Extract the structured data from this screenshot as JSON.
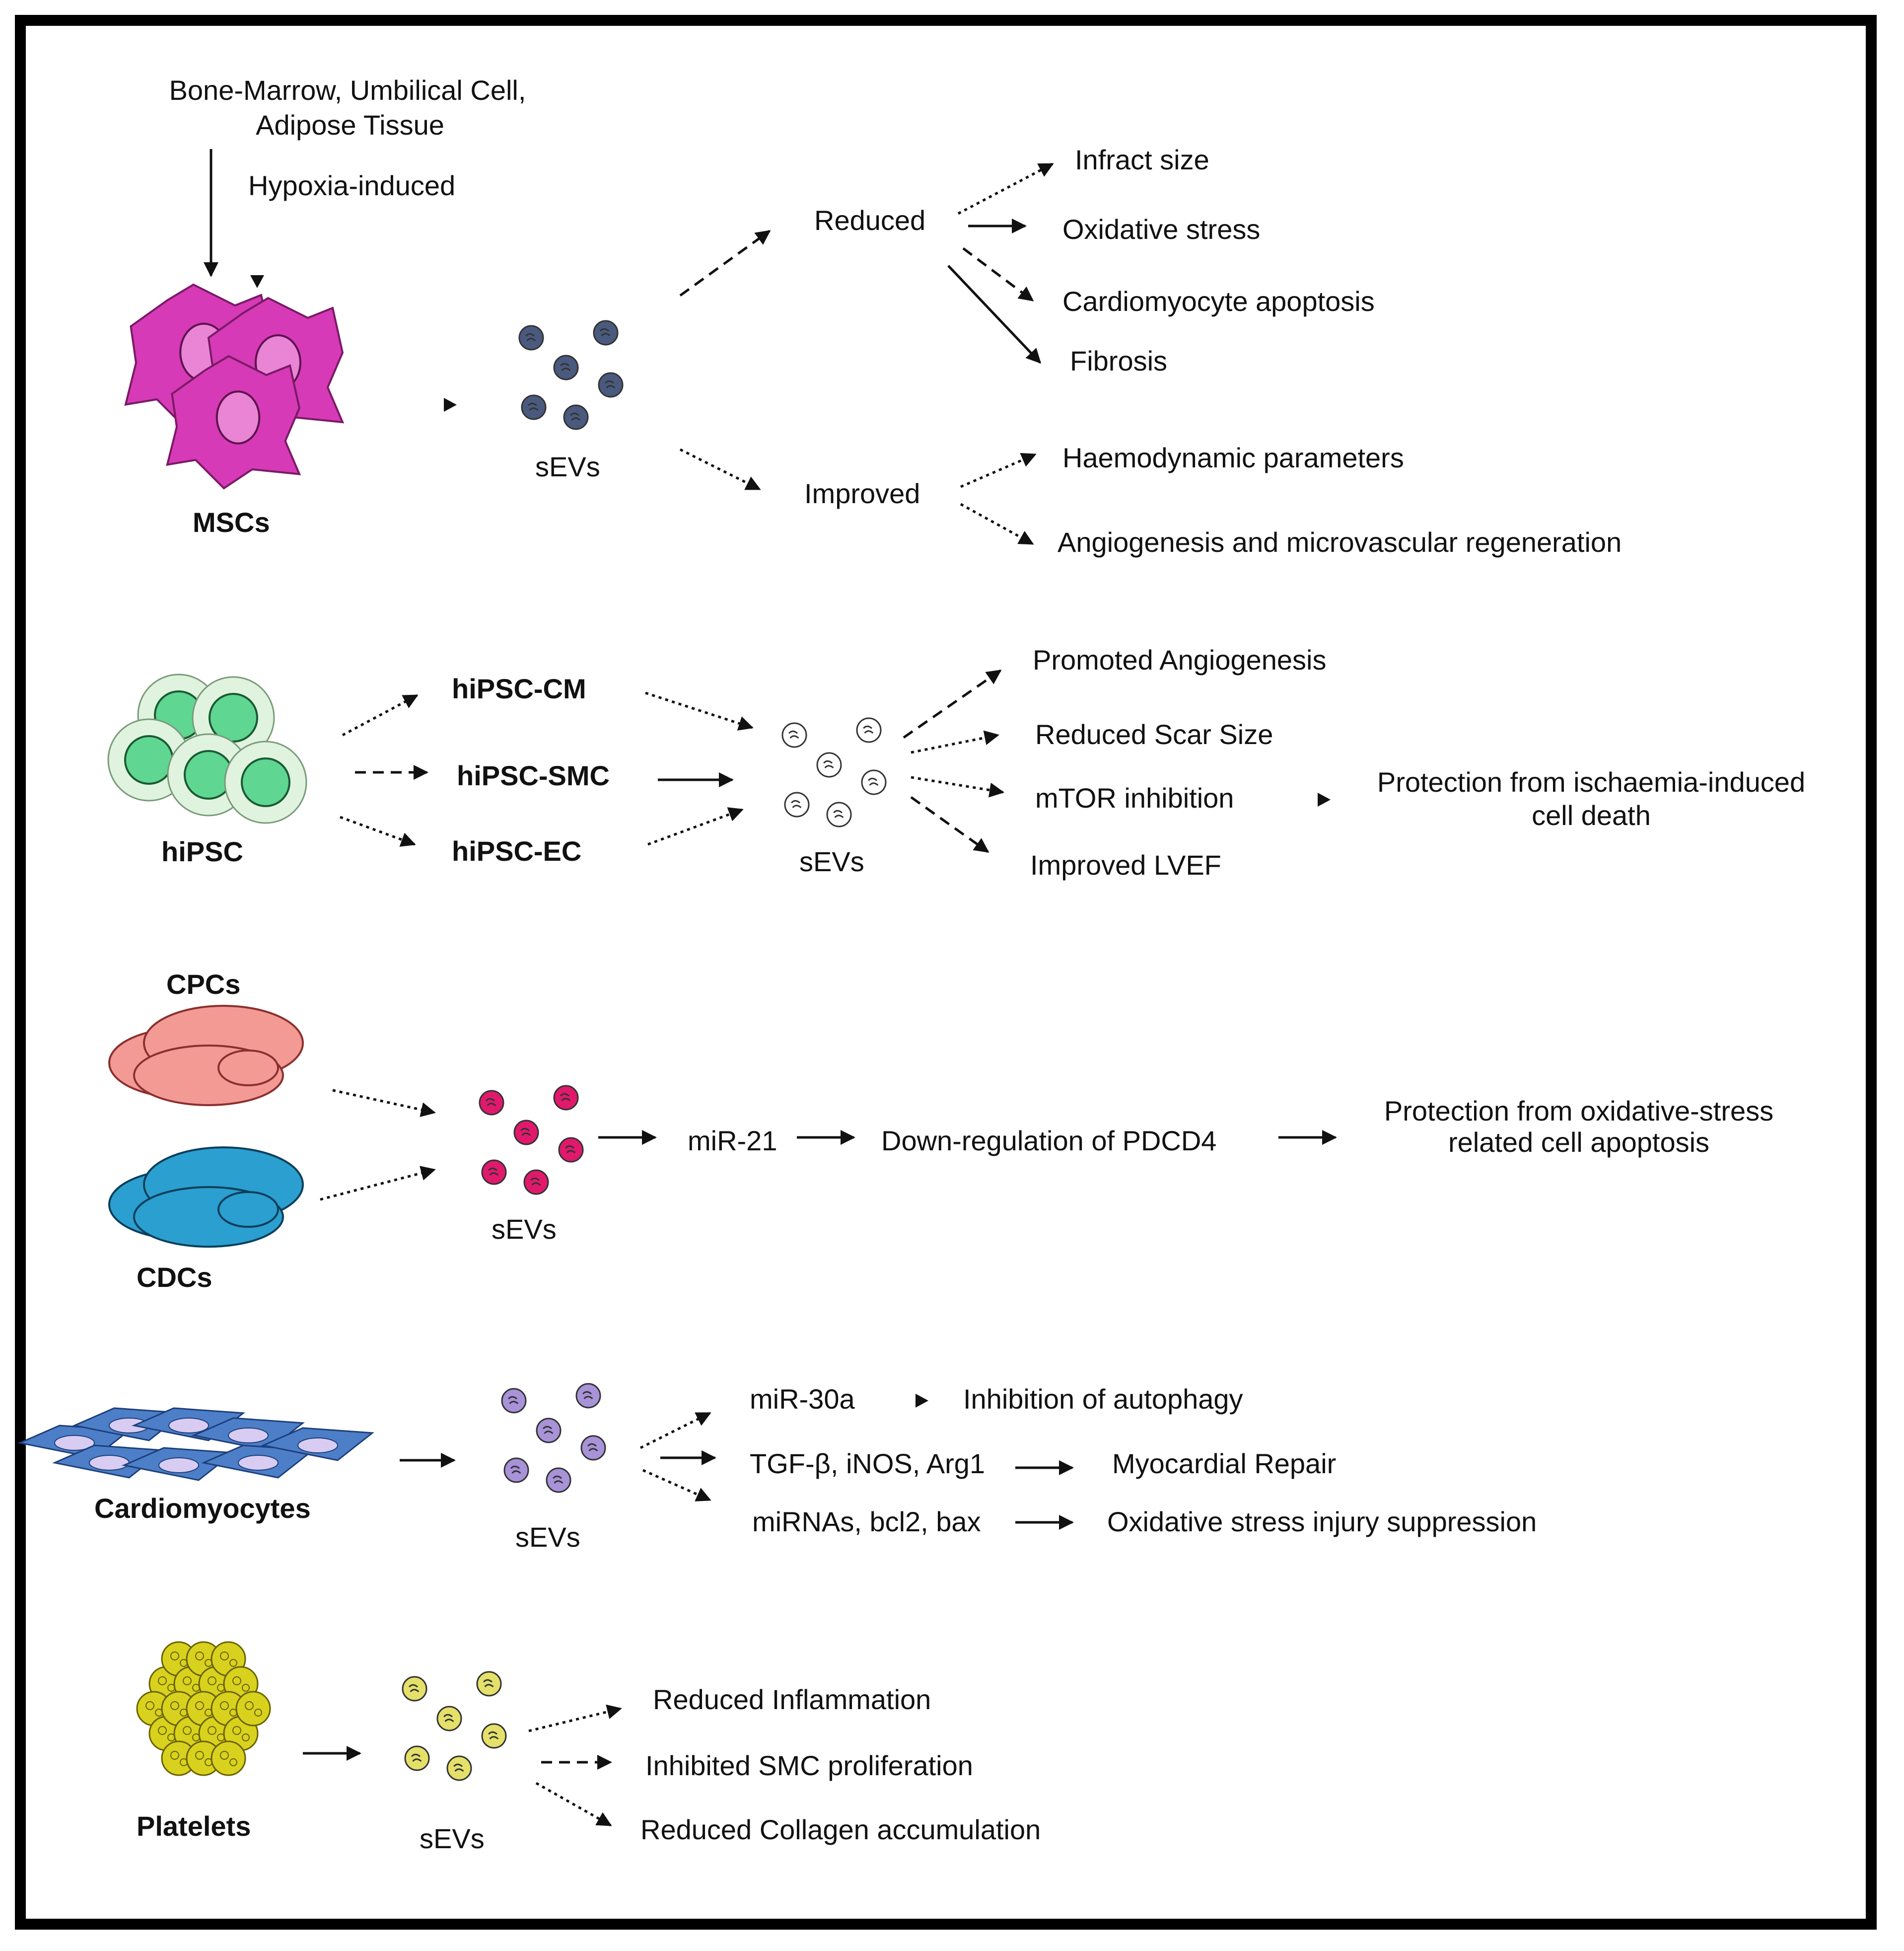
{
  "colors": {
    "msc": "#d63ab6",
    "msc_light": "#e985d4",
    "msc_sev": "#4a5a7e",
    "hipsc_fill": "#dff3df",
    "hipsc_nucleus": "#5fd691",
    "cpc": "#f49a95",
    "cdc": "#2b9fcf",
    "cdc_sev": "#e0196c",
    "cardio": "#4d7fc8",
    "cardio_nucleus": "#d8ccf2",
    "cardio_sev": "#a892d8",
    "platelet": "#d8d21e",
    "platelet_sev": "#e4e06a"
  },
  "msc_section": {
    "sources": "Bone-Marrow, Umbilical Cell,",
    "sources_line2": "Adipose Tissue",
    "hypoxia": "Hypoxia-induced",
    "cell_label": "MSCs",
    "sev_label": "sEVs",
    "reduced": "Reduced",
    "improved": "Improved",
    "reduced_items": [
      "Infract size",
      "Oxidative stress",
      "Cardiomyocyte apoptosis",
      "Fibrosis"
    ],
    "improved_items": [
      "Haemodynamic parameters",
      "Angiogenesis and microvascular regeneration"
    ]
  },
  "hipsc_section": {
    "cell_label": "hiPSC",
    "derived": [
      "hiPSC-CM",
      "hiPSC-SMC",
      "hiPSC-EC"
    ],
    "sev_label": "sEVs",
    "effects": [
      "Promoted Angiogenesis",
      "Reduced Scar Size",
      "mTOR inhibition",
      "Improved LVEF"
    ],
    "protection": "Protection from ischaemia-induced",
    "protection_line2": "cell death"
  },
  "cpc_section": {
    "cpc_label": "CPCs",
    "cdc_label": "CDCs",
    "sev_label": "sEVs",
    "mir": "miR-21",
    "downreg": "Down-regulation of PDCD4",
    "protection": "Protection from oxidative-stress",
    "protection_line2": "related cell apoptosis"
  },
  "cardio_section": {
    "cell_label": "Cardiomyocytes",
    "sev_label": "sEVs",
    "cargo": [
      "miR-30a",
      "TGF-β, iNOS, Arg1",
      "miRNAs, bcl2, bax"
    ],
    "outcomes": [
      "Inhibition of autophagy",
      "Myocardial Repair",
      "Oxidative stress injury suppression"
    ]
  },
  "platelet_section": {
    "cell_label": "Platelets",
    "sev_label": "sEVs",
    "effects": [
      "Reduced Inflammation",
      "Inhibited SMC proliferation",
      "Reduced Collagen accumulation"
    ]
  }
}
